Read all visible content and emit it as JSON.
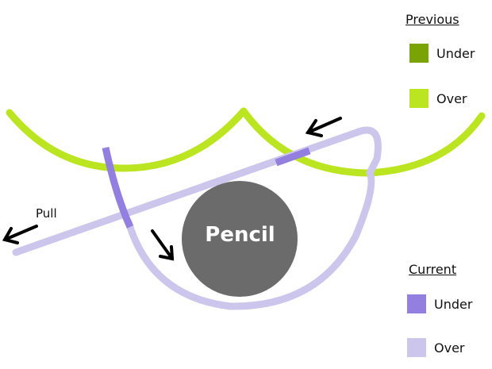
{
  "pencil": {
    "label": "Pencil",
    "color": "#6b6b6b"
  },
  "pull_label": "Pull",
  "legend": {
    "previous": {
      "heading": "Previous",
      "under_label": "Under",
      "over_label": "Over",
      "under_color": "#7aa306",
      "over_color": "#bce521"
    },
    "current": {
      "heading": "Current",
      "under_label": "Under",
      "over_label": "Over",
      "under_color": "#937fdf",
      "over_color": "#cdc6ec"
    }
  },
  "arrow_color": "#000000"
}
